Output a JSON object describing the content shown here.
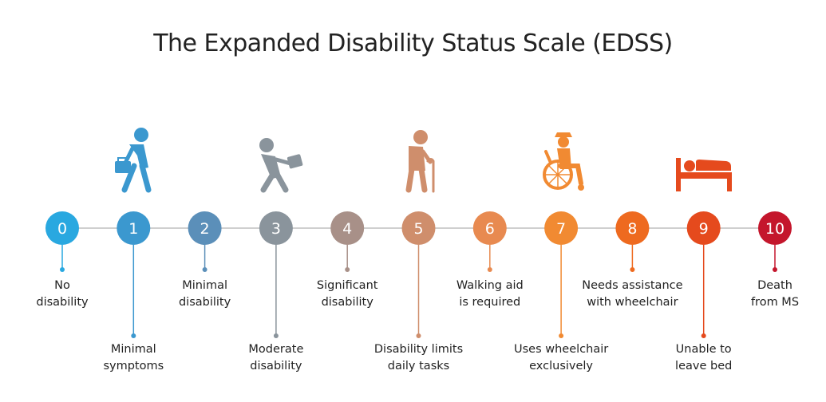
{
  "title": "The Expanded Disability Status Scale (EDSS)",
  "steps": [
    {
      "num": "0",
      "label": "No\ndisability",
      "color": "#29a8e0",
      "position": "upper"
    },
    {
      "num": "1",
      "label": "Minimal\nsymptoms",
      "color": "#3b98cf",
      "position": "lower"
    },
    {
      "num": "2",
      "label": "Minimal\ndisability",
      "color": "#5b8fb9",
      "position": "upper"
    },
    {
      "num": "3",
      "label": "Moderate\ndisability",
      "color": "#8a949c",
      "position": "lower"
    },
    {
      "num": "4",
      "label": "Significant\ndisability",
      "color": "#a89088",
      "position": "upper"
    },
    {
      "num": "5",
      "label": "Disability limits\ndaily tasks",
      "color": "#cf8e6c",
      "position": "lower"
    },
    {
      "num": "6",
      "label": "Walking aid\nis required",
      "color": "#e88a50",
      "position": "upper"
    },
    {
      "num": "7",
      "label": "Uses wheelchair\nexclusively",
      "color": "#f18a32",
      "position": "lower"
    },
    {
      "num": "8",
      "label": "Needs assistance\nwith wheelchair",
      "color": "#ee6a1f",
      "position": "upper"
    },
    {
      "num": "9",
      "label": "Unable to\nleave bed",
      "color": "#e54a1d",
      "position": "lower"
    },
    {
      "num": "10",
      "label": "Death\nfrom MS",
      "color": "#c4162c",
      "position": "upper"
    }
  ],
  "pictograms": [
    {
      "step": "1",
      "icon": "walking-with-briefcase-icon",
      "color": "#3b98cf"
    },
    {
      "step": "3",
      "icon": "stooped-walker-icon",
      "color": "#8a949c"
    },
    {
      "step": "5",
      "icon": "elderly-person-with-cane-icon",
      "color": "#cf8e6c"
    },
    {
      "step": "7",
      "icon": "wheelchair-user-icon",
      "color": "#f18a32"
    },
    {
      "step": "9",
      "icon": "person-in-bed-icon",
      "color": "#e54a1d"
    }
  ]
}
